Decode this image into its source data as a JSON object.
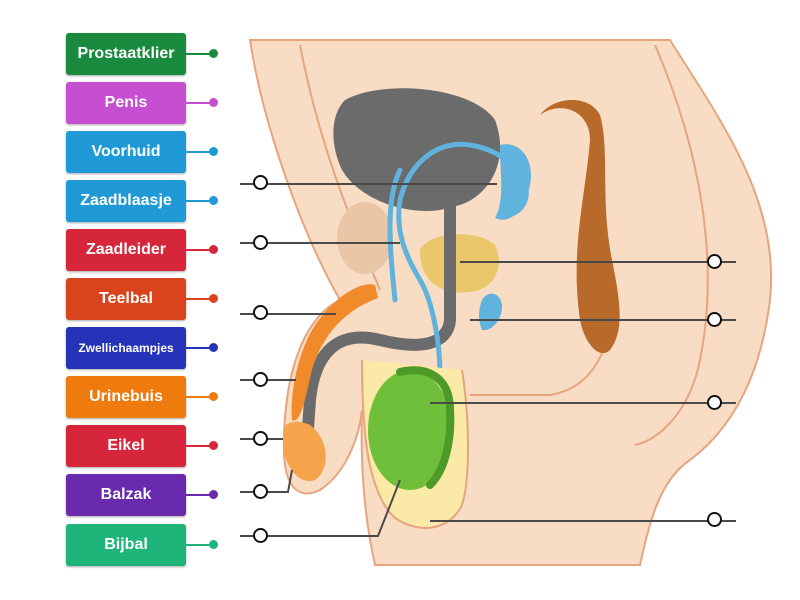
{
  "labels": [
    {
      "text": "Prostaatklier",
      "color": "#1a8a3f"
    },
    {
      "text": "Penis",
      "color": "#c64fd1"
    },
    {
      "text": "Voorhuid",
      "color": "#1f9ad6"
    },
    {
      "text": "Zaadblaasje",
      "color": "#1f9ad6"
    },
    {
      "text": "Zaadleider",
      "color": "#d6263b"
    },
    {
      "text": "Teelbal",
      "color": "#d9441d"
    },
    {
      "text": "Zwellichaampjes",
      "color": "#2433b8"
    },
    {
      "text": "Urinebuis",
      "color": "#ef7a0d"
    },
    {
      "text": "Eikel",
      "color": "#d6263b"
    },
    {
      "text": "Balzak",
      "color": "#6a2aad"
    },
    {
      "text": "Bijbal",
      "color": "#1fb57a"
    }
  ],
  "colors": {
    "skin": "#f8dcc4",
    "skin_outline": "#e6a57f",
    "bladder": "#6b6b6b",
    "duct": "#5fb3dc",
    "prostate": "#e9c76a",
    "rectum": "#b86a2a",
    "testis": "#6fbf3a",
    "corpus": "#f08a2a",
    "scrotum_fill": "#fbe9a8",
    "leader_line": "#4a4a4a"
  }
}
